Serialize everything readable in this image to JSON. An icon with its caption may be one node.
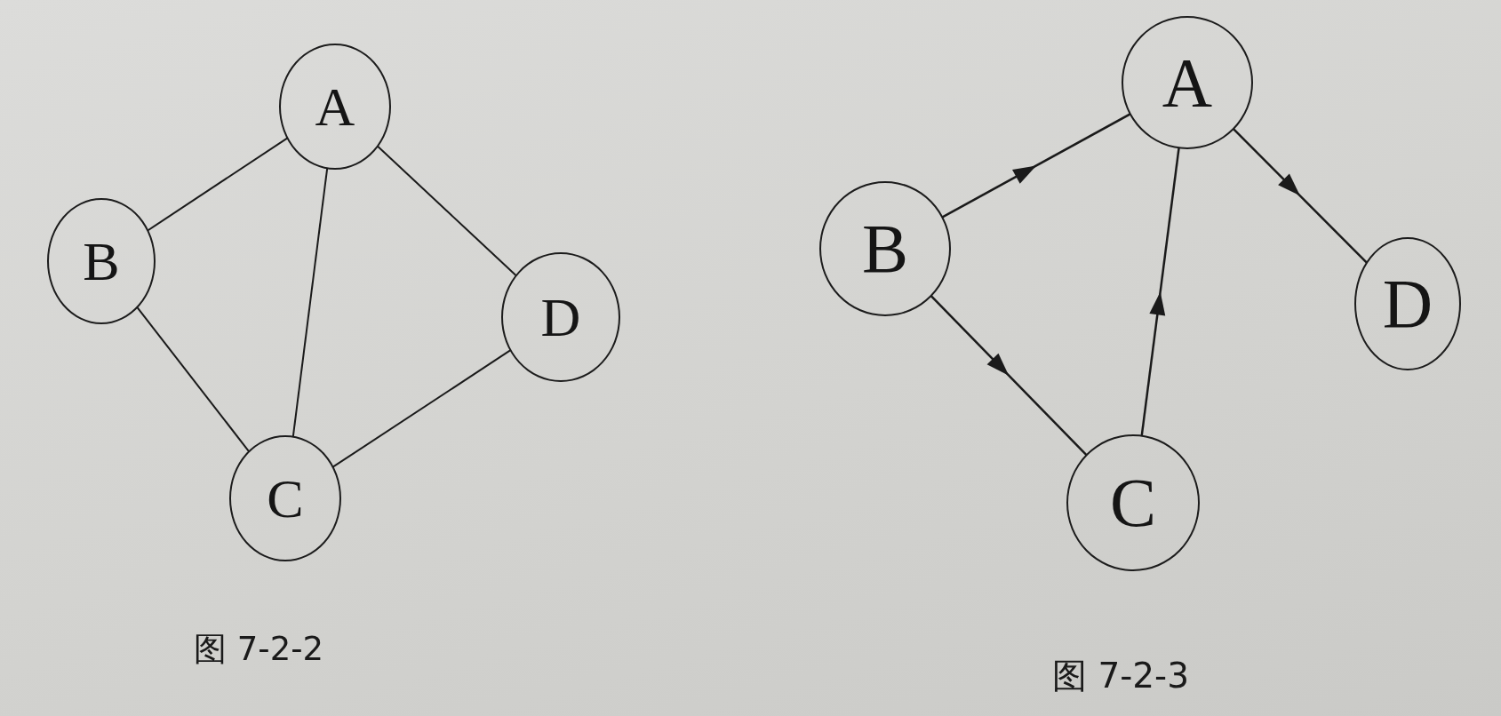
{
  "diagram": {
    "nodes": [
      {
        "text": [
          "A"
        ]
      },
      {
        "text": [
          "B"
        ]
      },
      {
        "text": [
          "C"
        ]
      },
      {
        "text": [
          "D"
        ]
      },
      {
        "text": [
          "A"
        ]
      },
      {
        "text": [
          "B"
        ]
      },
      {
        "text": [
          "C"
        ]
      },
      {
        "text": [
          "D"
        ]
      }
    ],
    "edges": [
      {
        "from": 0,
        "to": 1,
        "arrow": "none"
      },
      {
        "from": 0,
        "to": 2,
        "arrow": "none"
      },
      {
        "from": 0,
        "to": 3,
        "arrow": "none"
      },
      {
        "from": 1,
        "to": 2,
        "arrow": "none"
      },
      {
        "from": 2,
        "to": 3,
        "arrow": "none"
      },
      {
        "from": 5,
        "to": 4,
        "arrow": "to"
      },
      {
        "from": 5,
        "to": 6,
        "arrow": "to"
      },
      {
        "from": 6,
        "to": 4,
        "arrow": "to"
      },
      {
        "from": 4,
        "to": 7,
        "arrow": "to"
      }
    ],
    "labels": [
      "图 7-2-2",
      "图 7-2-3"
    ]
  }
}
